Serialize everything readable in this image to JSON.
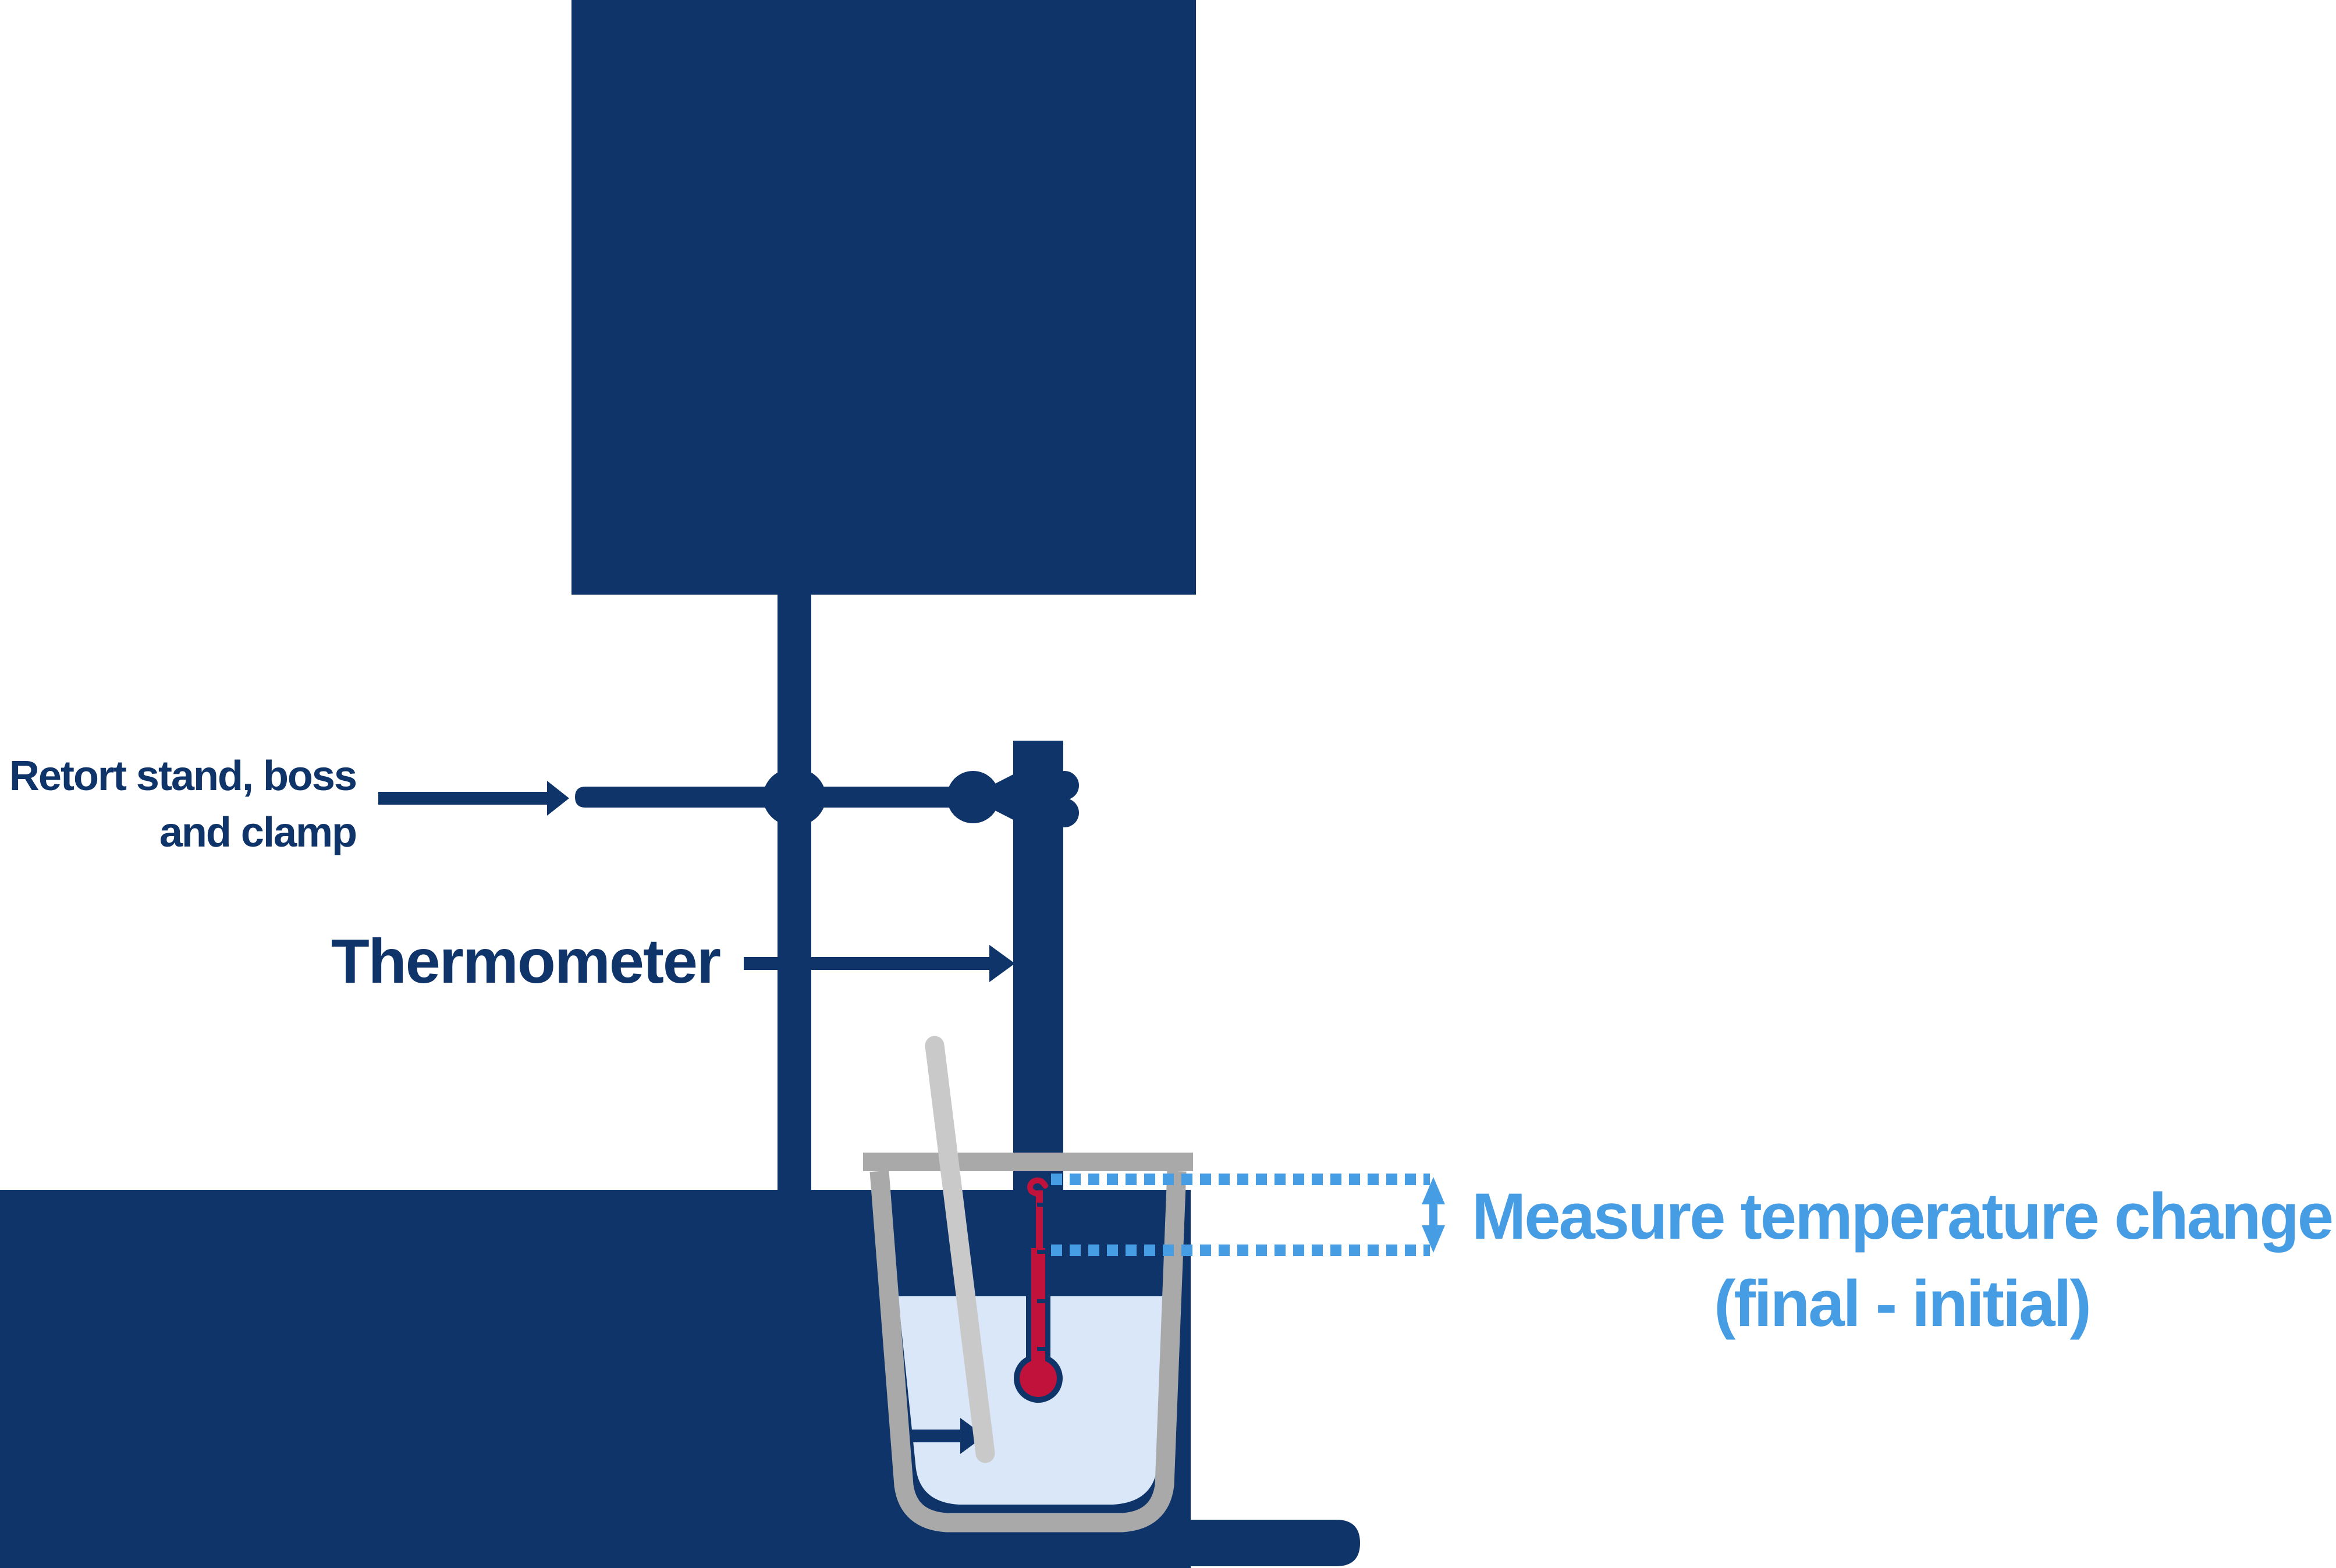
{
  "title": "Calorimetry temperature-change experiment diagram",
  "colors": {
    "navy": "#0E3469",
    "accent_blue": "#479DE4",
    "thermometer_red": "#C0123A",
    "liquid_blue": "#D9E7F8",
    "beaker_gray": "#A9A9A9",
    "stirrer_gray": "#C9C9C9",
    "background": "#FFFFFF"
  },
  "labels": {
    "retort_line1": "Retort stand, boss",
    "retort_line2": "and clamp",
    "thermometer": "Thermometer",
    "measure_line1": "Measure temperature change",
    "measure_line2": "(final - initial)"
  },
  "diagram_parts": [
    "retort-stand",
    "boss",
    "clamp",
    "thermometer",
    "beaker",
    "liquid",
    "stirring-rod",
    "bench",
    "initial-level-dotted-line",
    "final-level-dotted-line",
    "temperature-change-arrow"
  ]
}
